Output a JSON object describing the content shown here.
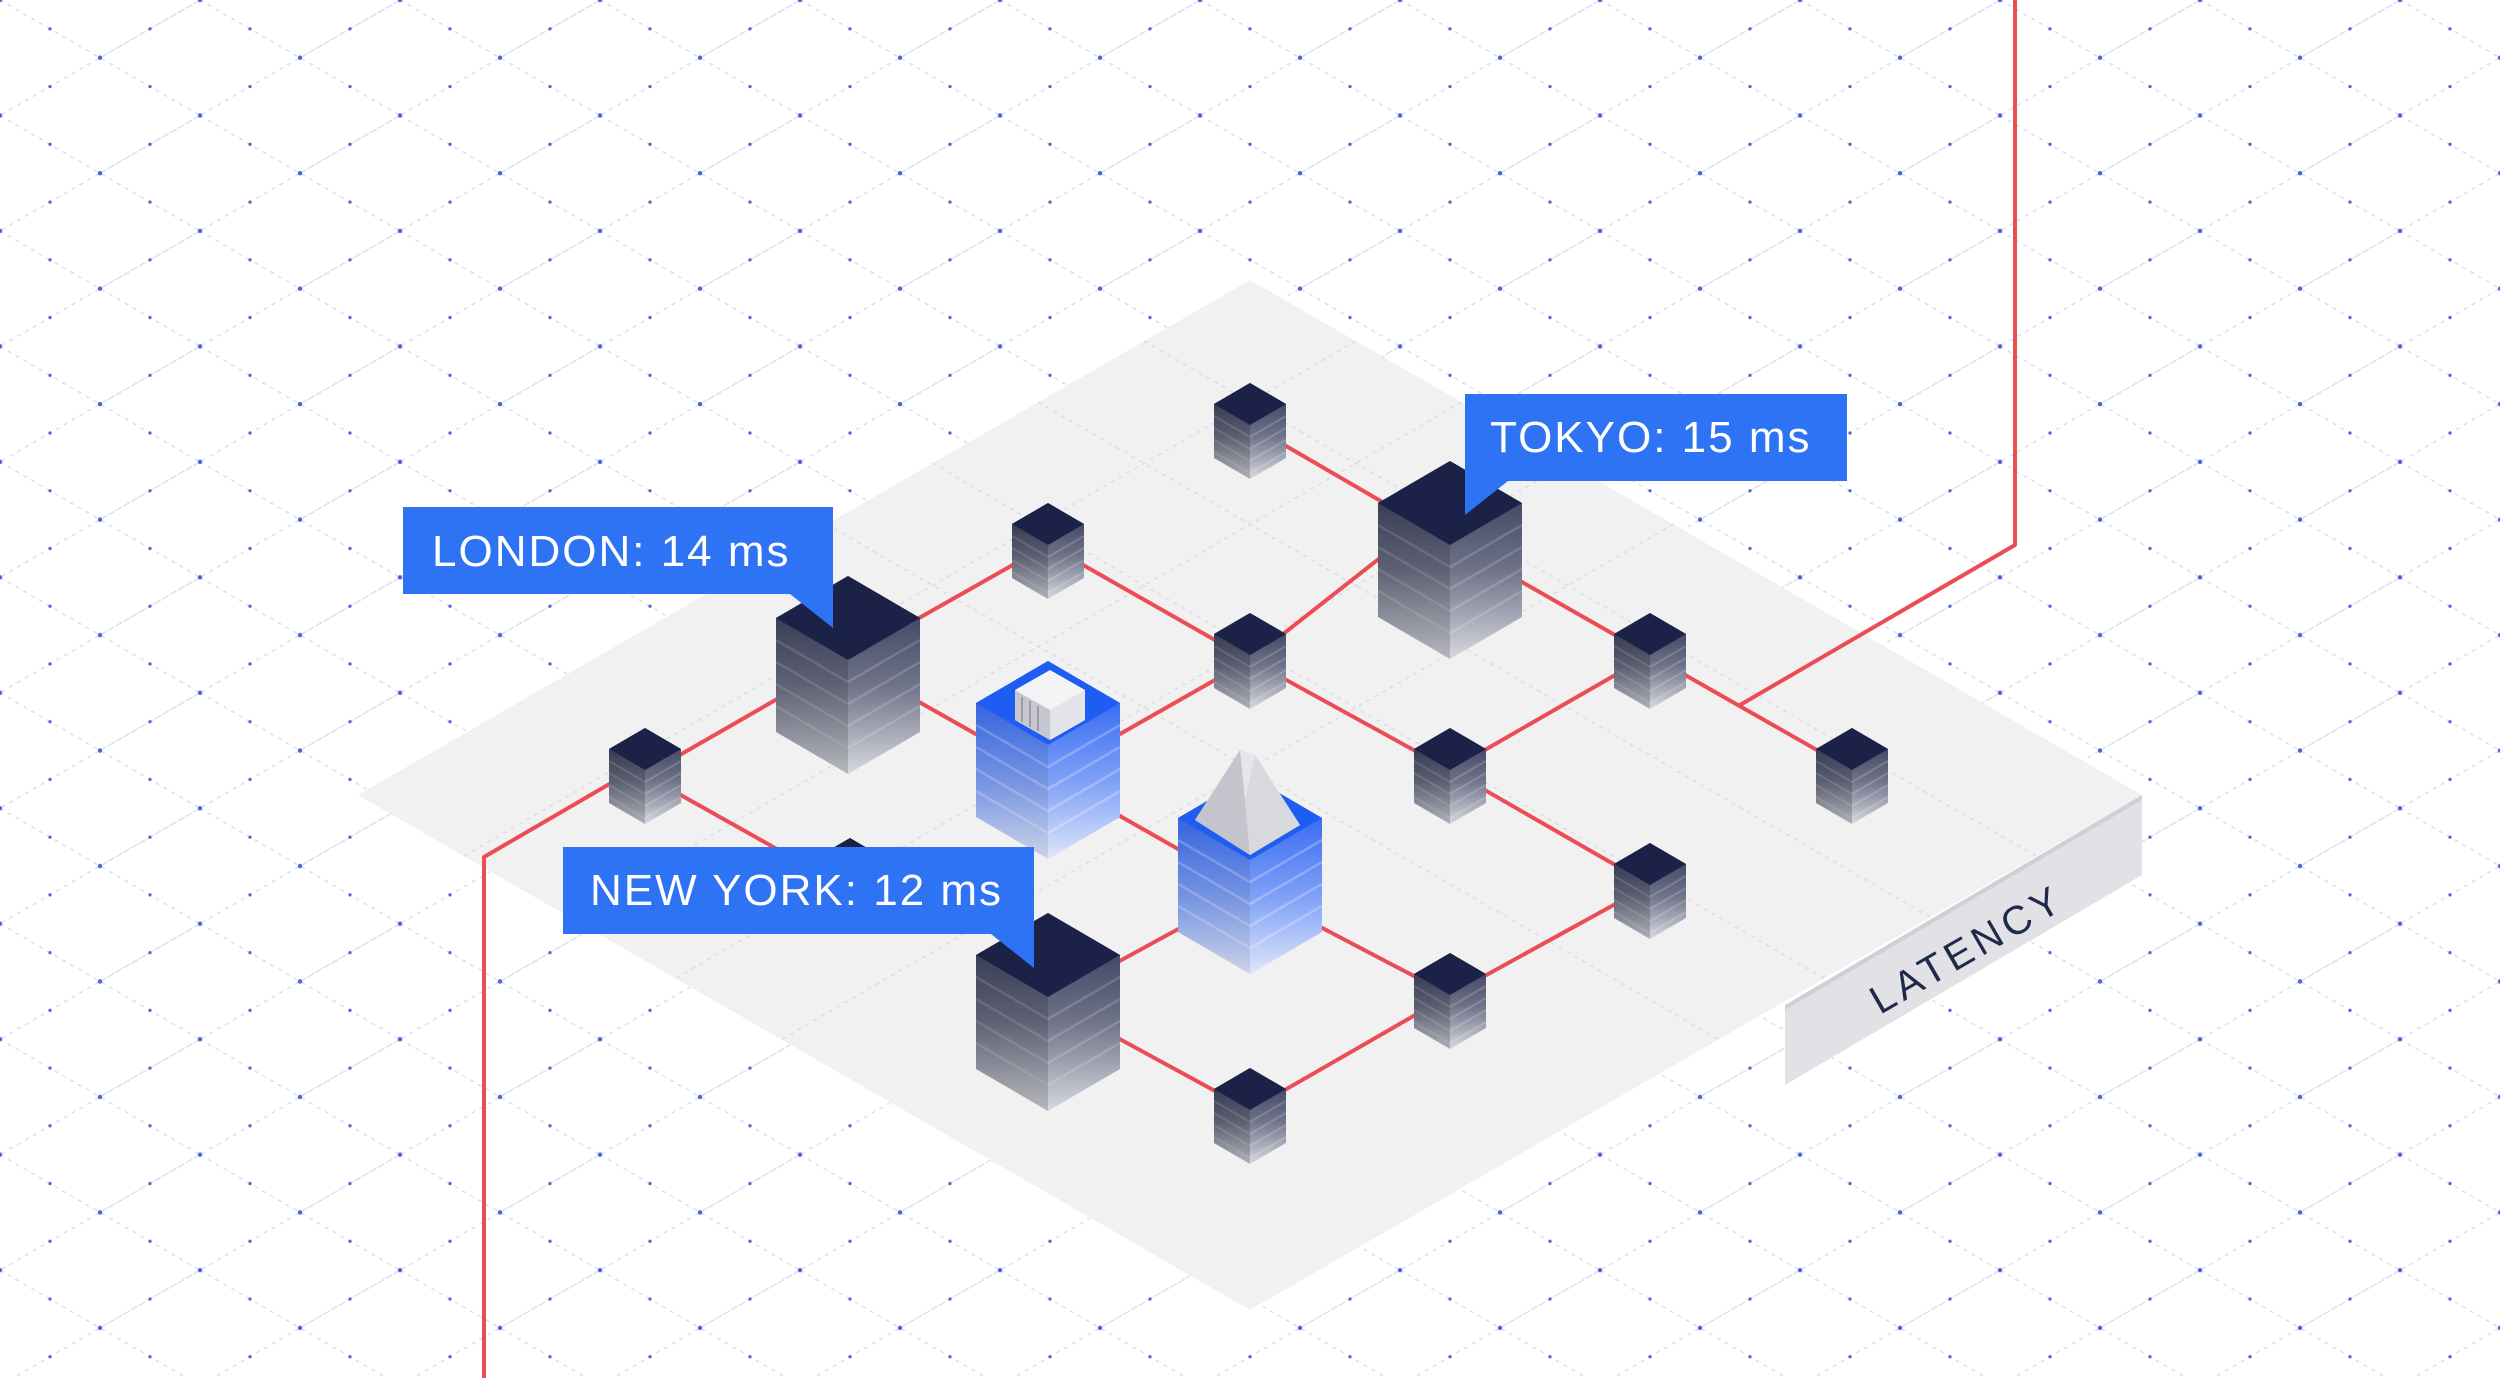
{
  "callouts": {
    "london": "LONDON: 14 ms",
    "tokyo": "TOKYO: 15 ms",
    "newyork": "NEW YORK: 12 ms"
  },
  "platform_label": "LATENCY",
  "colors": {
    "background": "#ffffff",
    "grid_line": "#d4d8e8",
    "grid_dot": "#4a64d8",
    "platform_top": "#f0f0f0",
    "platform_side": "#e2e2e6",
    "connection": "#ec4d55",
    "node_top": "#1b2147",
    "callout": "#2d73f4",
    "cloud_node": "#1f5cf2",
    "label_text": "#1e2a4a"
  },
  "icons": {
    "server_node": "dark-cube-stack-icon",
    "cloud_building": "building-icon",
    "cloud_mountain": "mountain-icon"
  }
}
